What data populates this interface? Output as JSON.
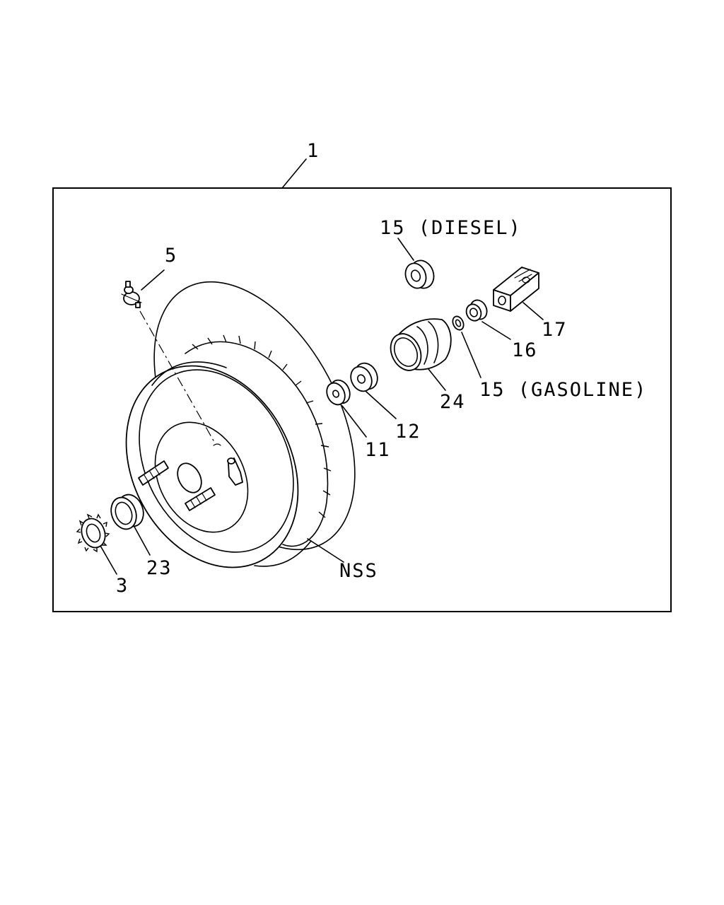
{
  "labels": {
    "assembly": "1",
    "diesel_rod": "15 (DIESEL)",
    "valve": "5",
    "clevis": "17",
    "nut": "16",
    "gasoline_ring": "15 (GASOLINE)",
    "boot": "24",
    "seal_12": "12",
    "seal_11": "11",
    "seal_23": "23",
    "washer": "3",
    "nss": "NSS"
  }
}
